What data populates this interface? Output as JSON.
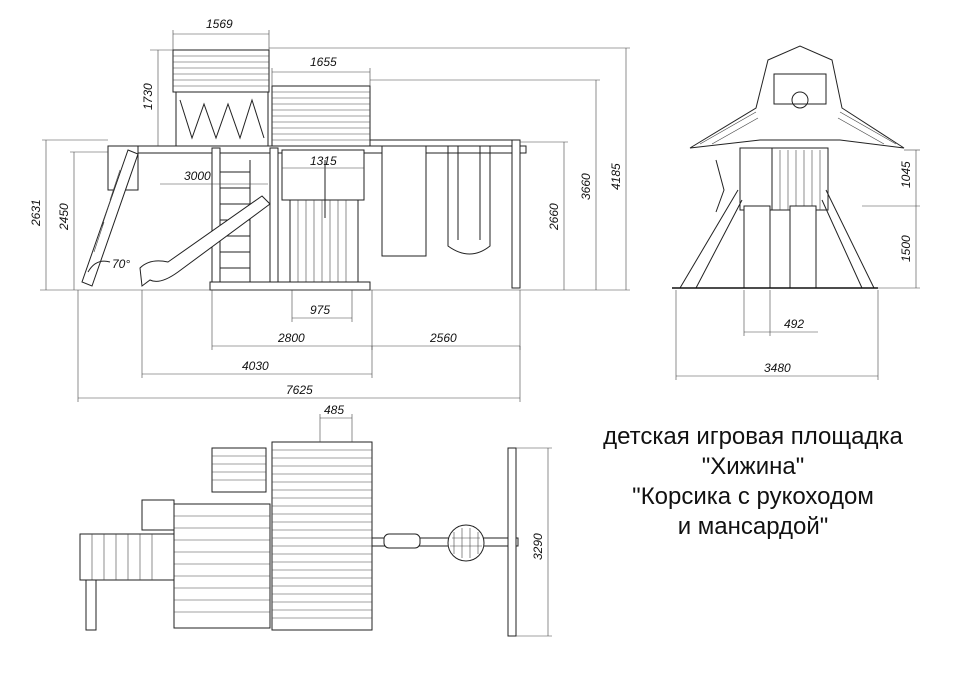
{
  "title": {
    "line1": "детская игровая площадка",
    "line2": "\"Хижина\"",
    "line3": "\"Корсика с рукоходом",
    "line4": "и мансардой\""
  },
  "dimensions": {
    "roof_width": "1569",
    "upper_roof_width": "1655",
    "roof_height": "1730",
    "total_height": "4185",
    "height_3660": "3660",
    "height_2660": "2660",
    "height_2631": "2631",
    "height_2450": "2450",
    "crossbar": "3000",
    "tower_width": "1315",
    "slide_angle": "70°",
    "step_975": "975",
    "base_2800": "2800",
    "base_2560": "2560",
    "base_4030": "4030",
    "total_length": "7625",
    "side_1045": "1045",
    "side_1500": "1500",
    "side_492": "492",
    "side_width": "3480",
    "top_485": "485",
    "top_3290": "3290"
  }
}
